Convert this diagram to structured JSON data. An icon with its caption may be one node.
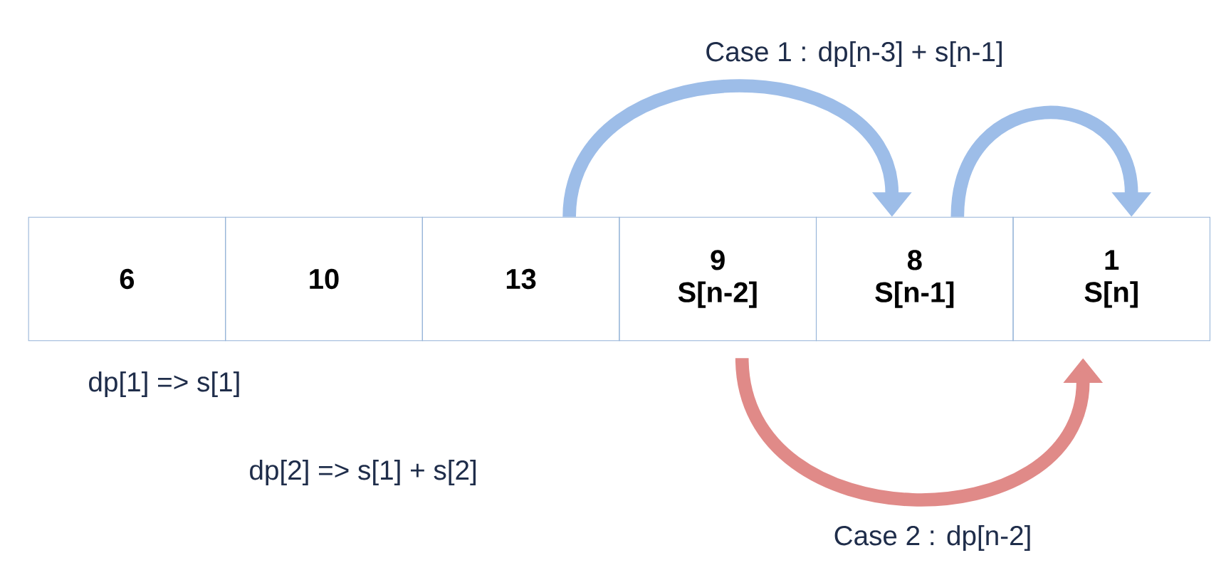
{
  "diagram": {
    "nodes": [
      {
        "text": [
          "6"
        ]
      },
      {
        "text": [
          "10"
        ]
      },
      {
        "text": [
          "13"
        ]
      },
      {
        "text": [
          "9",
          "S[n-2]"
        ]
      },
      {
        "text": [
          "8",
          "S[n-1]"
        ]
      },
      {
        "text": [
          "1",
          "S[n]"
        ]
      }
    ],
    "edges": [
      {
        "from": 2,
        "to": 4,
        "arrow": "to"
      },
      {
        "from": 4,
        "to": 5,
        "arrow": "to"
      },
      {
        "from": 3,
        "to": 5,
        "arrow": "to",
        "color": "#e08a88"
      }
    ],
    "labels": [
      "Case 1 : dp[n-3] + s[n-1]",
      "dp[1] => s[1]",
      "dp[2] => s[1] + s[2]",
      "Case 2 : dp[n-2]"
    ]
  }
}
